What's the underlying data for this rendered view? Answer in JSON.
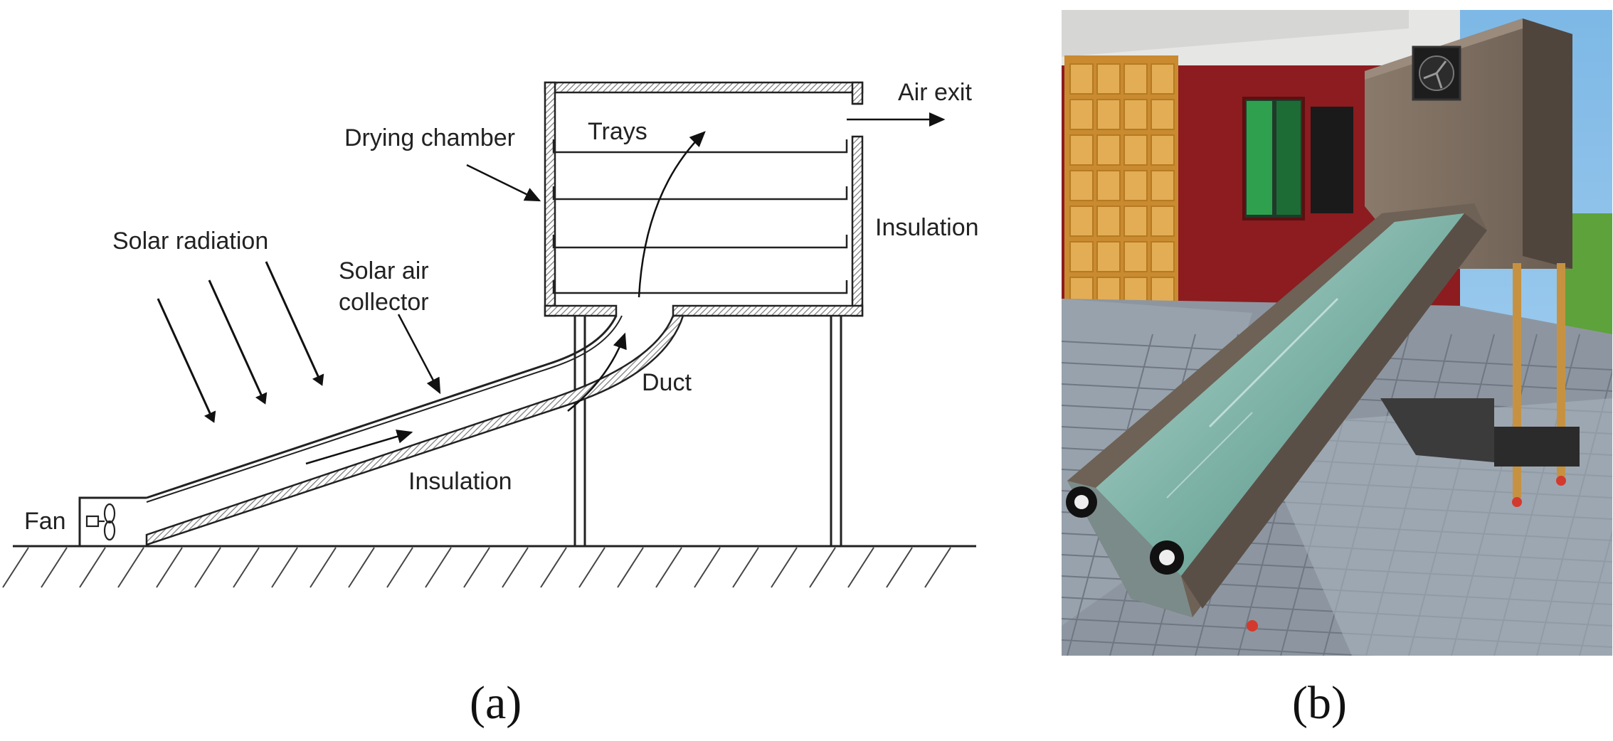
{
  "panel_a": {
    "labels": {
      "air_exit": "Air exit",
      "drying_chamber": "Drying chamber",
      "trays": "Trays",
      "insulation_right": "Insulation",
      "solar_radiation": "Solar radiation",
      "solar_air_line1": "Solar air",
      "solar_air_line2": "collector",
      "duct": "Duct",
      "insulation_bottom": "Insulation",
      "fan": "Fan"
    },
    "caption": "(a)"
  },
  "panel_b": {
    "caption": "(b)"
  },
  "colors": {
    "line": "#222222",
    "hatch": "#8a8a8a",
    "sky": "#8fc4ec",
    "building_wall": "#e4e4e2",
    "red_wall": "#8c1c1f",
    "door": "#d59a3c",
    "wood": "#7b6c5f",
    "wood_dark": "#5f5349",
    "glass": "#7fb9ad",
    "pavement": "#8d96a0",
    "grass": "#5ea23b"
  }
}
